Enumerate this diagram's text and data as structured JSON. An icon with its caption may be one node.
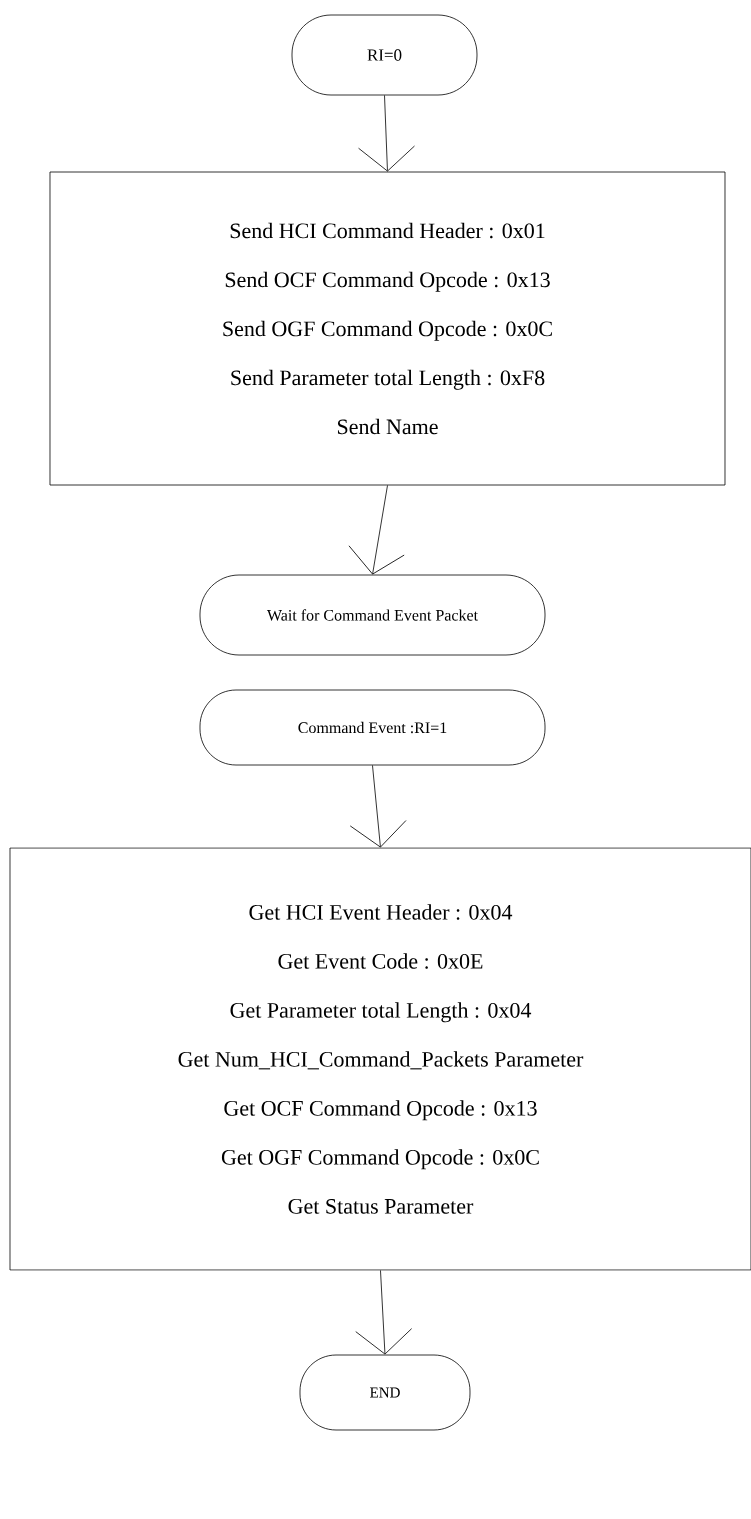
{
  "diagram": {
    "nodes": [
      {
        "text": [
          "RI=0"
        ]
      },
      {
        "text": [
          "Send HCI Command Header : 0x01",
          "Send OCF Command Opcode : 0x13",
          "Send OGF Command Opcode : 0x0C",
          "Send Parameter total Length : 0xF8",
          "Send Name"
        ]
      },
      {
        "text": [
          "Wait for Command Event Packet"
        ]
      },
      {
        "text": [
          "Command Event :RI=1"
        ]
      },
      {
        "text": [
          "Get HCI Event Header : 0x04",
          "Get Event Code : 0x0E",
          "Get Parameter total Length : 0x04",
          "Get Num_HCI_Command_Packets Parameter",
          "Get OCF Command Opcode : 0x13",
          "Get OGF Command Opcode : 0x0C",
          "Get Status Parameter"
        ]
      },
      {
        "text": [
          "END"
        ]
      }
    ],
    "edges": [
      {
        "from": 0,
        "to": 1,
        "arrow": "to"
      },
      {
        "from": 1,
        "to": 2,
        "arrow": "to"
      },
      {
        "from": 3,
        "to": 4,
        "arrow": "to"
      },
      {
        "from": 4,
        "to": 5,
        "arrow": "to"
      }
    ]
  }
}
